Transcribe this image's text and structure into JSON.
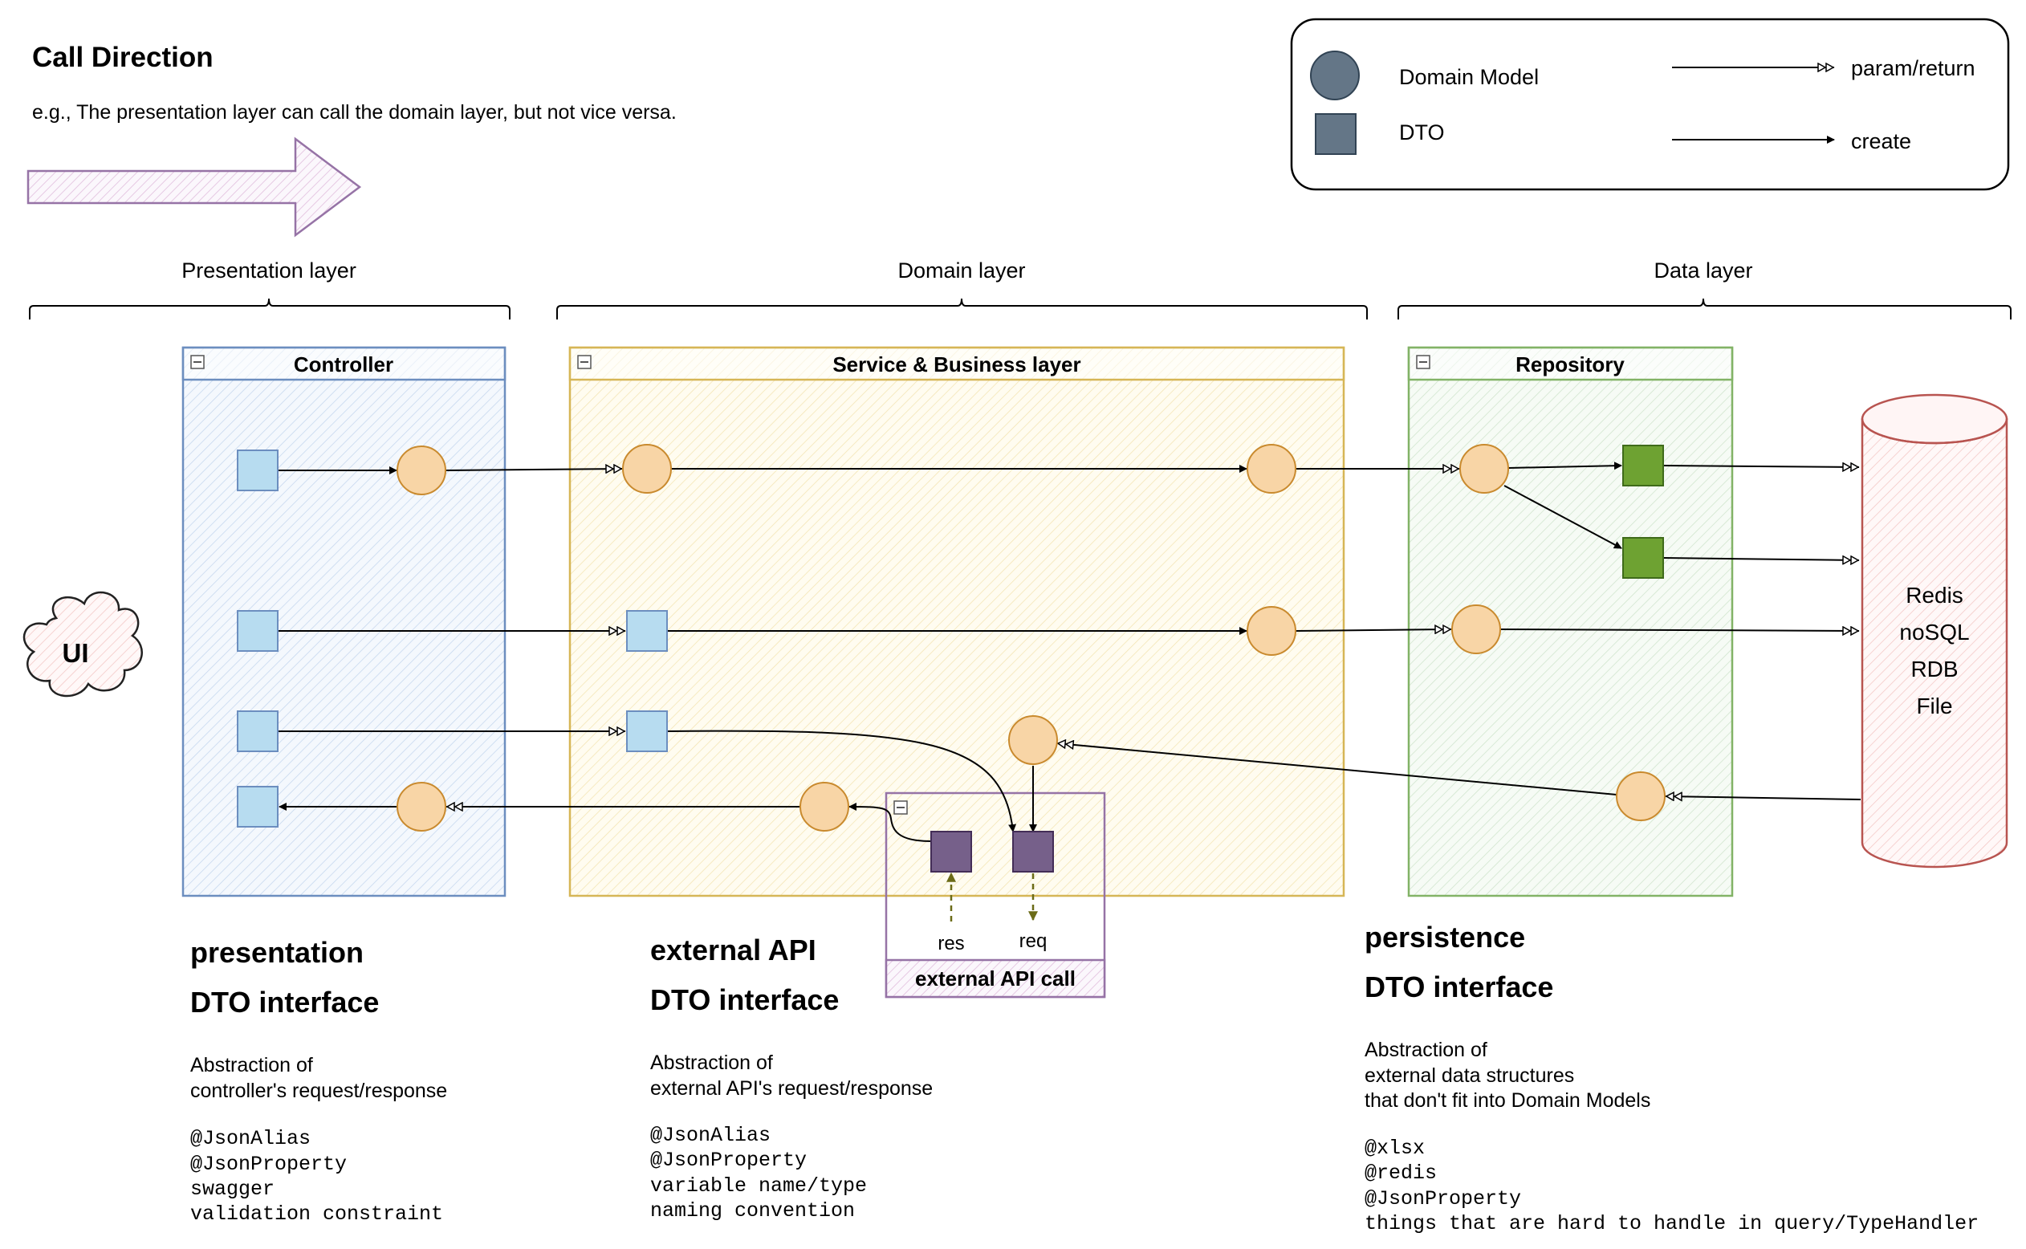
{
  "call_direction": {
    "title": "Call Direction",
    "description": "e.g., The presentation layer can call the domain layer, but not vice versa."
  },
  "legend": {
    "domain_model": "Domain Model",
    "dto": "DTO",
    "param_return": "param/return",
    "create": "create"
  },
  "layers": {
    "presentation": "Presentation layer",
    "domain": "Domain layer",
    "data": "Data layer"
  },
  "containers": {
    "controller": "Controller",
    "service": "Service & Business layer",
    "repository": "Repository",
    "external_api_call": "external API call"
  },
  "ui_label": "UI",
  "storage": [
    "Redis",
    "noSQL",
    "RDB",
    "File"
  ],
  "external_labels": {
    "res": "res",
    "req": "req"
  },
  "notes": {
    "presentation": {
      "title1": "presentation",
      "title2": "DTO interface",
      "desc": [
        "Abstraction of",
        "controller's request/response"
      ],
      "code": [
        "@JsonAlias",
        "@JsonProperty",
        "swagger",
        "validation constraint"
      ]
    },
    "external": {
      "title1": "external API",
      "title2": "DTO interface",
      "desc": [
        "Abstraction of",
        "external API's request/response"
      ],
      "code": [
        "@JsonAlias",
        "@JsonProperty",
        "variable name/type",
        "naming convention"
      ]
    },
    "persistence": {
      "title1": "persistence",
      "title2": "DTO interface",
      "desc": [
        "Abstraction of",
        "external data structures",
        "that don't fit into Domain Models"
      ],
      "code": [
        "@xlsx",
        "@redis",
        "@JsonProperty",
        "things that are hard to handle in query/TypeHandler"
      ]
    }
  },
  "colors": {
    "controller_stroke": "#6c8ebf",
    "controller_fill": "#dae8fc",
    "service_stroke": "#d6b656",
    "service_fill": "#fff2cc",
    "repository_stroke": "#82b366",
    "repository_fill": "#d5e8d4",
    "external_stroke": "#9673a6",
    "domain_circle_fill": "#f8d5a6",
    "domain_circle_stroke": "#d79b00",
    "presentation_dto": "#b7dcf0",
    "repository_dto": "#6ea232",
    "external_dto": "#76608a",
    "legend_shape": "#647687",
    "storage_stroke": "#b85450",
    "storage_fill": "#f8cecc",
    "dashed_arrow": "#6b6b17"
  }
}
